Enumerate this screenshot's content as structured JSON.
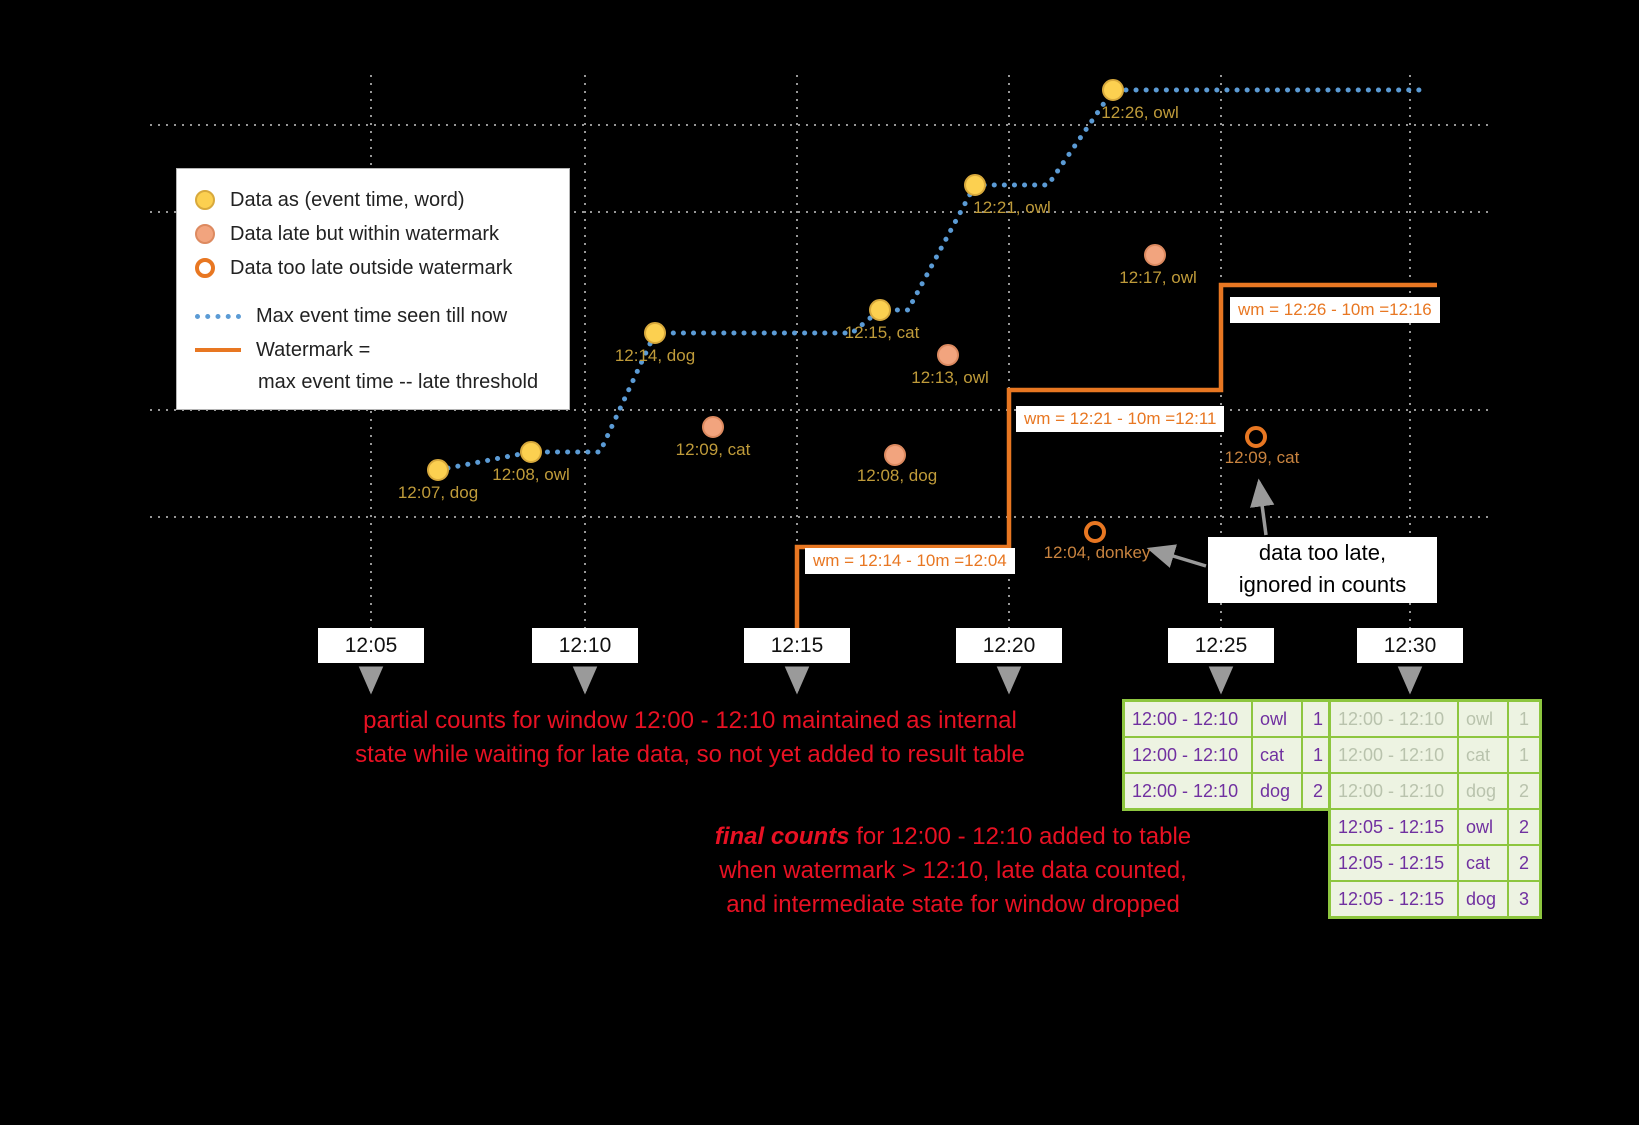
{
  "colors": {
    "bg": "#000000",
    "yellow_fill": "#fcd050",
    "yellow_edge": "#d8a93c",
    "salmon_fill": "#f2a47e",
    "salmon_edge": "#dd8a60",
    "orange": "#e87722",
    "blue": "#5b9bd5",
    "red": "#e81123",
    "gold_label": "#bf9b3a",
    "orange_label": "#c8833f",
    "green_border": "#8dc63f",
    "purple": "#7030a0",
    "faded": "#b9c3ad",
    "gray_arrow": "#9a9a9a",
    "grid": "#c9c9c9",
    "table_bg": "#edf3e2"
  },
  "legend": {
    "ontime": "Data as (event time, word)",
    "late": "Data late but within watermark",
    "toolate": "Data too late outside watermark",
    "maxline": "Max event time seen till now",
    "watermark_1": "Watermark =",
    "watermark_2": "max event time -- late threshold"
  },
  "points": [
    {
      "label": "12:07, dog",
      "type": "on-time"
    },
    {
      "label": "12:08, owl",
      "type": "on-time"
    },
    {
      "label": "12:14, dog",
      "type": "on-time"
    },
    {
      "label": "12:15, cat",
      "type": "on-time"
    },
    {
      "label": "12:21, owl",
      "type": "on-time"
    },
    {
      "label": "12:26, owl",
      "type": "on-time"
    },
    {
      "label": "12:09, cat",
      "type": "late-within-watermark"
    },
    {
      "label": "12:08, dog",
      "type": "late-within-watermark"
    },
    {
      "label": "12:13, owl",
      "type": "late-within-watermark"
    },
    {
      "label": "12:17, owl",
      "type": "late-within-watermark"
    },
    {
      "label": "12:04, donkey",
      "type": "too-late"
    },
    {
      "label": "12:09, cat",
      "type": "too-late"
    }
  ],
  "watermarks": [
    "wm = 12:14 - 10m =12:04",
    "wm = 12:21 - 10m =12:11",
    "wm = 12:26 - 10m =12:16"
  ],
  "ticks": [
    "12:05",
    "12:10",
    "12:15",
    "12:20",
    "12:25",
    "12:30"
  ],
  "annotations": {
    "partial_1": "partial counts for window 12:00 - 12:10 maintained as internal",
    "partial_2": "state while waiting for late data, so not yet added to result table",
    "final_em": "final counts",
    "final_rest": " for 12:00 - 12:10 added to table",
    "final_2": "when watermark > 12:10, late data counted,",
    "final_3": "and intermediate state for window dropped",
    "note_1": "data too late,",
    "note_2": "ignored in counts"
  },
  "tables": {
    "t1": {
      "rows": [
        [
          "12:00 - 12:10",
          "owl",
          "1"
        ],
        [
          "12:00 - 12:10",
          "cat",
          "1"
        ],
        [
          "12:00 - 12:10",
          "dog",
          "2"
        ]
      ]
    },
    "t2": {
      "faded": [
        [
          "12:00 - 12:10",
          "owl",
          "1"
        ],
        [
          "12:00 - 12:10",
          "cat",
          "1"
        ],
        [
          "12:00 - 12:10",
          "dog",
          "2"
        ]
      ],
      "rows": [
        [
          "12:05 - 12:15",
          "owl",
          "2"
        ],
        [
          "12:05 - 12:15",
          "cat",
          "2"
        ],
        [
          "12:05 - 12:15",
          "dog",
          "3"
        ]
      ]
    }
  }
}
